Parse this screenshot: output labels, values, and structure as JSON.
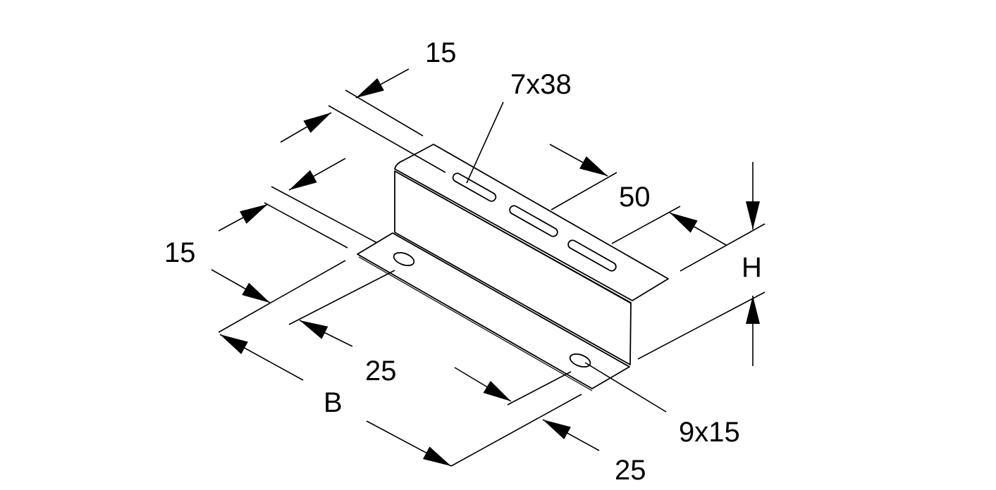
{
  "drawing": {
    "dimensions": {
      "flange_top_15": "15",
      "flange_left_15": "15",
      "slot_size": "7x38",
      "depth_50": "50",
      "height": "H",
      "width": "B",
      "offset_left_25": "25",
      "offset_bottom_25": "25",
      "hole_size": "9x15"
    },
    "colors": {
      "line": "#000000",
      "background": "#ffffff"
    }
  }
}
